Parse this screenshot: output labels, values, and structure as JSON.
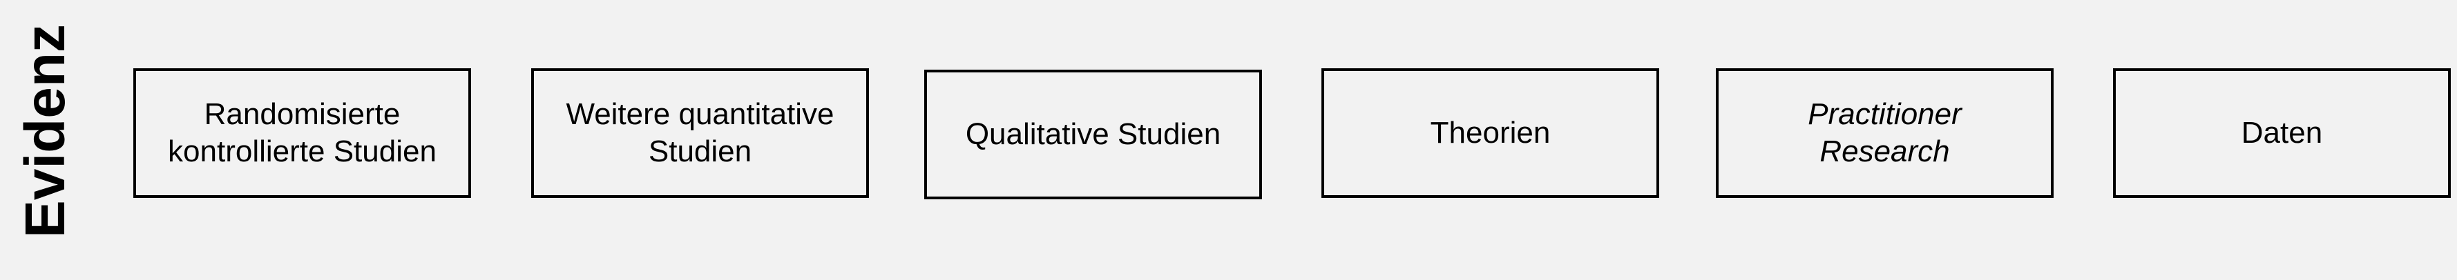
{
  "heading": "Evidenz",
  "boxes": [
    {
      "line1": "Randomisierte",
      "line2": "kontrollierte Studien"
    },
    {
      "line1": "Weitere quantitative",
      "line2": "Studien"
    },
    {
      "line1": "Qualitative Studien"
    },
    {
      "line1": "Theorien"
    },
    {
      "line1": "Practitioner",
      "line2": "Research",
      "italic": true
    },
    {
      "line1": "Daten"
    }
  ]
}
